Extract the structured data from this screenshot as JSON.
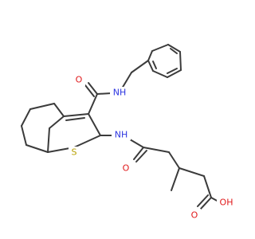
{
  "molecule": {
    "atoms": [
      {
        "id": "O_amide1",
        "label": "O",
        "color": "#e0191b"
      },
      {
        "id": "N_amide1",
        "label": "NH",
        "color": "#2c35e0"
      },
      {
        "id": "N_amide2",
        "label": "NH",
        "color": "#2c35e0"
      },
      {
        "id": "S_ring",
        "label": "S",
        "color": "#b8a000"
      },
      {
        "id": "O_amide2",
        "label": "O",
        "color": "#e0191b"
      },
      {
        "id": "O_acid",
        "label": "O",
        "color": "#e0191b"
      },
      {
        "id": "OH_acid",
        "label": "OH",
        "color": "#e0191b"
      }
    ]
  }
}
